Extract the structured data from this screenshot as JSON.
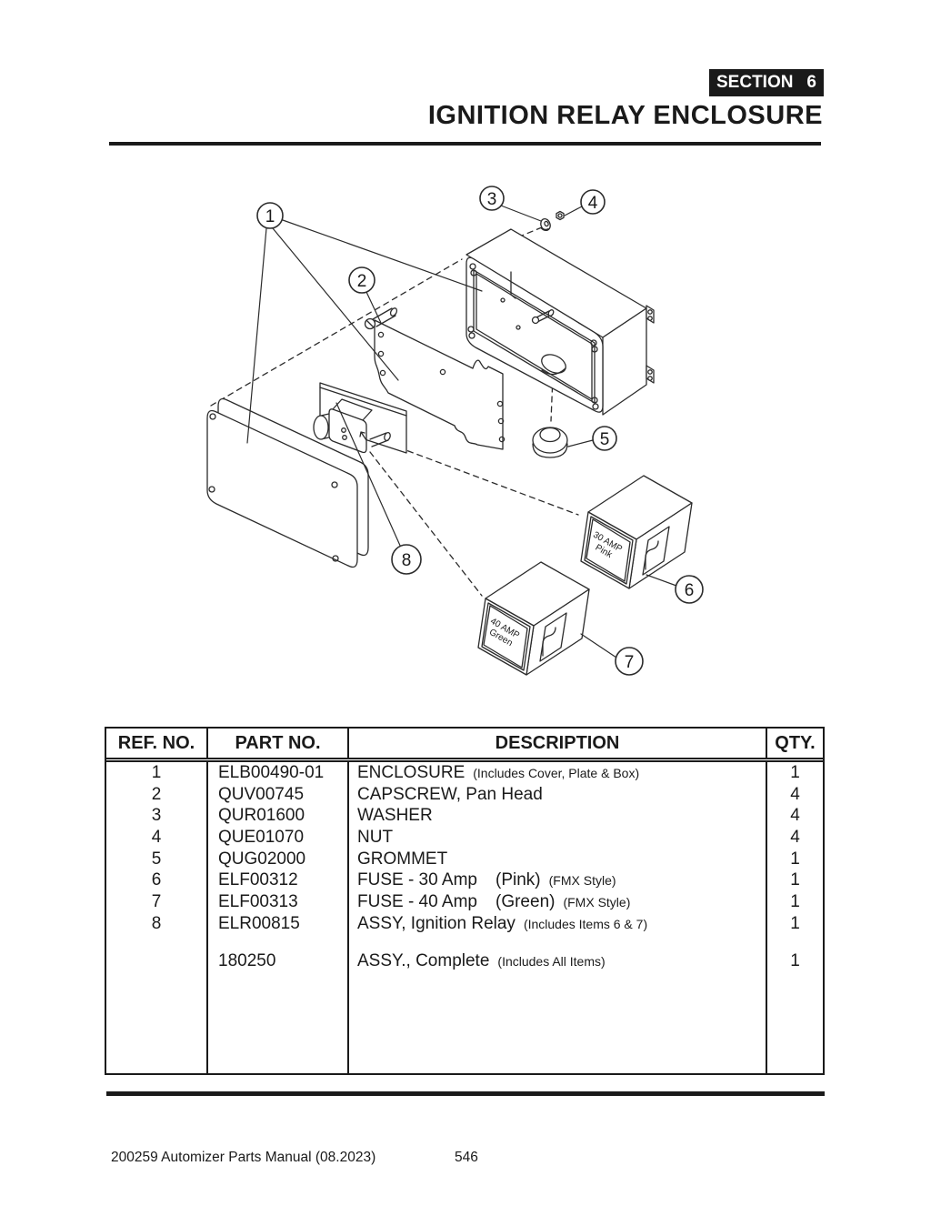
{
  "page": {
    "section_label": "SECTION",
    "section_number": "6",
    "title": "IGNITION RELAY ENCLOSURE",
    "footer_left": "200259 Automizer Parts Manual (08.2023)",
    "footer_page": "546"
  },
  "diagram": {
    "callouts": [
      "1",
      "2",
      "3",
      "4",
      "5",
      "6",
      "7",
      "8"
    ],
    "fuse_30": {
      "line1": "30 AMP",
      "line2": "Pink"
    },
    "fuse_40": {
      "line1": "40 AMP",
      "line2": "Green"
    }
  },
  "table": {
    "headers": [
      "REF. NO.",
      "PART NO.",
      "DESCRIPTION",
      "QTY."
    ],
    "rows": [
      {
        "ref": "1",
        "part": "ELB00490-01",
        "desc": "ENCLOSURE",
        "mid": "",
        "note": "(Includes Cover, Plate & Box)",
        "qty": "1"
      },
      {
        "ref": "2",
        "part": "QUV00745",
        "desc": "CAPSCREW, Pan Head",
        "mid": "",
        "note": "",
        "qty": "4"
      },
      {
        "ref": "3",
        "part": "QUR01600",
        "desc": "WASHER",
        "mid": "",
        "note": "",
        "qty": "4"
      },
      {
        "ref": "4",
        "part": "QUE01070",
        "desc": "NUT",
        "mid": "",
        "note": "",
        "qty": "4"
      },
      {
        "ref": "5",
        "part": "QUG02000",
        "desc": "GROMMET",
        "mid": "",
        "note": "",
        "qty": "1"
      },
      {
        "ref": "6",
        "part": "ELF00312",
        "desc": "FUSE - 30 Amp",
        "mid": "(Pink)",
        "note": "(FMX Style)",
        "qty": "1"
      },
      {
        "ref": "7",
        "part": "ELF00313",
        "desc": "FUSE - 40 Amp",
        "mid": "(Green)",
        "note": "(FMX Style)",
        "qty": "1"
      },
      {
        "ref": "8",
        "part": "ELR00815",
        "desc": "ASSY, Ignition Relay",
        "mid": "",
        "note": "(Includes Items 6 & 7)",
        "qty": "1"
      },
      {
        "ref": "",
        "part": "180250",
        "desc": "ASSY., Complete",
        "mid": "",
        "note": "(Includes All Items)",
        "qty": "1",
        "gap_before": true
      }
    ]
  }
}
